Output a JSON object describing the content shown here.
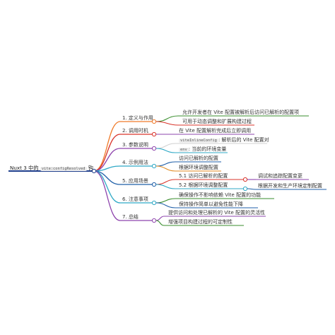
{
  "root": {
    "prefix": "Nuxt 3 中的",
    "code": "vite:configResolved",
    "suffix": "钩",
    "color": "#1f3e8c"
  },
  "branches": [
    {
      "id": "b1",
      "label": "1. 定义与作用",
      "color": "#f07b2a",
      "children": [
        {
          "label": "允许开发者在 Vite 配置被解析后访问已解析的配置项",
          "color": "#3a8e2e"
        },
        {
          "label": "可用于动态调整和扩展构建过程",
          "color": "#d9342b"
        }
      ]
    },
    {
      "id": "b2",
      "label": "2. 调用时机",
      "color": "#d9342b",
      "children": [
        {
          "label": "在 Vite 配置解析完成后立即调用",
          "color": "#8e44ad"
        }
      ]
    },
    {
      "id": "b3",
      "label": "3. 参数说明",
      "color": "#8e44ad",
      "children": [
        {
          "code": "viteInlineConfig",
          "label": ": 解析后的 Vite 配置对",
          "color": "#d0d0d0"
        },
        {
          "code": "env",
          "label": ": 当前的环境变量",
          "color": "#2fa9c6"
        }
      ]
    },
    {
      "id": "b4",
      "label": "4. 示例用法",
      "color": "#2fa9c6",
      "children": [
        {
          "label": "访问已解析的配置",
          "color": "#1f5fa8"
        },
        {
          "label": "根据环境调整配置",
          "color": "#e08a20"
        }
      ]
    },
    {
      "id": "b5",
      "label": "5. 应用场景",
      "color": "#1f5fa8",
      "children": [
        {
          "label": "5.1 访问已解析的配置",
          "color": "#d9342b",
          "children": [
            {
              "label": "调试和追踪配置变更",
              "color": "#8e44ad"
            }
          ]
        },
        {
          "label": "5.2 根据环境调整配置",
          "color": "#2fa9c6",
          "children": [
            {
              "label": "根据开发和生产环境定制配置",
              "color": "#1f5fa8"
            }
          ]
        }
      ]
    },
    {
      "id": "b6",
      "label": "6. 注意事项",
      "color": "#2fa9c6",
      "children": [
        {
          "label": "确保操作不影响依赖 Vite 配置的功能",
          "color": "#3a8e2e"
        },
        {
          "label": "保持操作简单以避免性能下降",
          "color": "#1f5fa8"
        }
      ]
    },
    {
      "id": "b7",
      "label": "7. 总结",
      "color": "#8e44ad",
      "children": [
        {
          "label": "提供访问和处理已解析的 Vite 配置的灵活性",
          "color": "#8e44ad"
        },
        {
          "label": "增强项目构建过程的可定制性",
          "color": "#3a8e2e"
        }
      ]
    }
  ]
}
